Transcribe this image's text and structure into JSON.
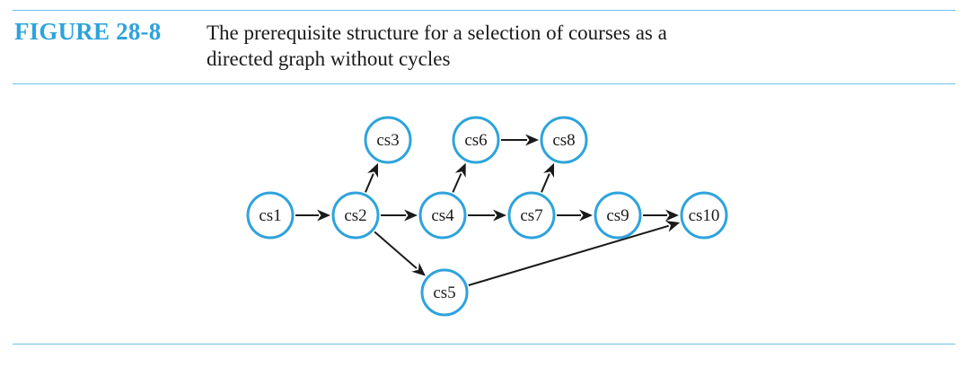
{
  "figure": {
    "label": "FIGURE 28-8",
    "caption_lines": [
      "The prerequisite structure for a selection of courses as a",
      "directed graph without cycles"
    ]
  },
  "colors": {
    "accent": "#2ea3dc",
    "rule": "#6cc3ea",
    "edge": "#1a1a1a",
    "text": "#1a1a1a"
  },
  "graph": {
    "directed": true,
    "acyclic": true,
    "nodes": [
      {
        "id": "cs1",
        "label": "cs1"
      },
      {
        "id": "cs2",
        "label": "cs2"
      },
      {
        "id": "cs3",
        "label": "cs3"
      },
      {
        "id": "cs4",
        "label": "cs4"
      },
      {
        "id": "cs5",
        "label": "cs5"
      },
      {
        "id": "cs6",
        "label": "cs6"
      },
      {
        "id": "cs7",
        "label": "cs7"
      },
      {
        "id": "cs8",
        "label": "cs8"
      },
      {
        "id": "cs9",
        "label": "cs9"
      },
      {
        "id": "cs10",
        "label": "cs10"
      }
    ],
    "edges": [
      {
        "from": "cs1",
        "to": "cs2"
      },
      {
        "from": "cs2",
        "to": "cs3"
      },
      {
        "from": "cs2",
        "to": "cs4"
      },
      {
        "from": "cs2",
        "to": "cs5"
      },
      {
        "from": "cs4",
        "to": "cs6"
      },
      {
        "from": "cs4",
        "to": "cs7"
      },
      {
        "from": "cs6",
        "to": "cs8"
      },
      {
        "from": "cs7",
        "to": "cs8"
      },
      {
        "from": "cs7",
        "to": "cs9"
      },
      {
        "from": "cs9",
        "to": "cs10"
      },
      {
        "from": "cs5",
        "to": "cs10"
      }
    ]
  }
}
